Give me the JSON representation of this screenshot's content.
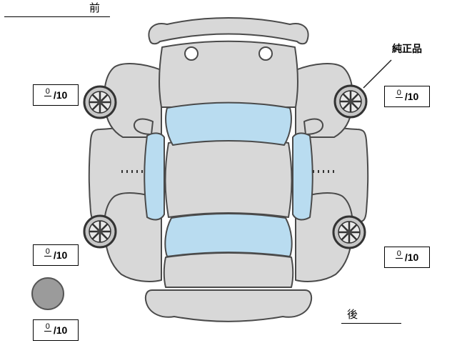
{
  "labels": {
    "front": "前",
    "rear": "後",
    "genuine_part": "純正品"
  },
  "scores": {
    "front_left": {
      "value": "0",
      "max": "/10"
    },
    "front_right": {
      "value": "0",
      "max": "/10"
    },
    "rear_left": {
      "value": "0",
      "max": "/10"
    },
    "rear_right": {
      "value": "0",
      "max": "/10"
    },
    "spare": {
      "value": "0",
      "max": "/10"
    }
  },
  "colors": {
    "body": "#d8d8d8",
    "outline": "#4a4a4a",
    "window": "#b9dcf0",
    "wheel_rim": "#c6c6c6",
    "wheel_hub": "#e9e9e9",
    "spare_tire": "#9b9b9b",
    "background": "#ffffff"
  }
}
